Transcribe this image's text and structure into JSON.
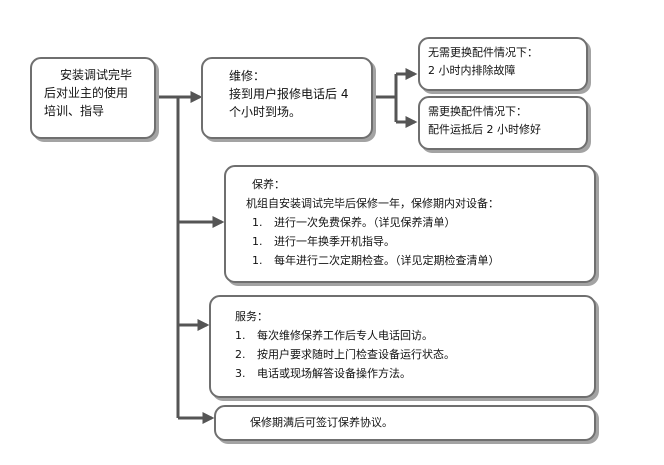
{
  "flowchart": {
    "start": {
      "lines": [
        "安装调试完毕",
        "后对业主的使用",
        "培训、指导"
      ]
    },
    "maintenance": {
      "title": "维修：",
      "lines": [
        "接到用户报修电话后 4",
        "个小时到场。"
      ]
    },
    "no_parts": {
      "title": "无需更换配件情况下：",
      "text": "2 小时内排除故障"
    },
    "with_parts": {
      "title": "需更换配件情况下：",
      "text": "配件运抵后 2 小时修好"
    },
    "upkeep": {
      "title": "保养：",
      "intro": "机组自安装调试完毕后保修一年，保修期内对设备：",
      "items": [
        {
          "num": "1.",
          "text": "进行一次免费保养。（详见保养清单）"
        },
        {
          "num": "1.",
          "text": "进行一年换季开机指导。"
        },
        {
          "num": "1.",
          "text": "每年进行二次定期检查。（详见定期检查清单）"
        }
      ]
    },
    "service": {
      "title": "服务：",
      "items": [
        {
          "num": "1.",
          "text": "每次维修保养工作后专人电话回访。"
        },
        {
          "num": "2.",
          "text": "按用户要求随时上门检查设备运行状态。"
        },
        {
          "num": "3.",
          "text": "电话或现场解答设备操作方法。"
        }
      ]
    },
    "after_warranty": {
      "text": "保修期满后可签订保养协议。"
    }
  }
}
